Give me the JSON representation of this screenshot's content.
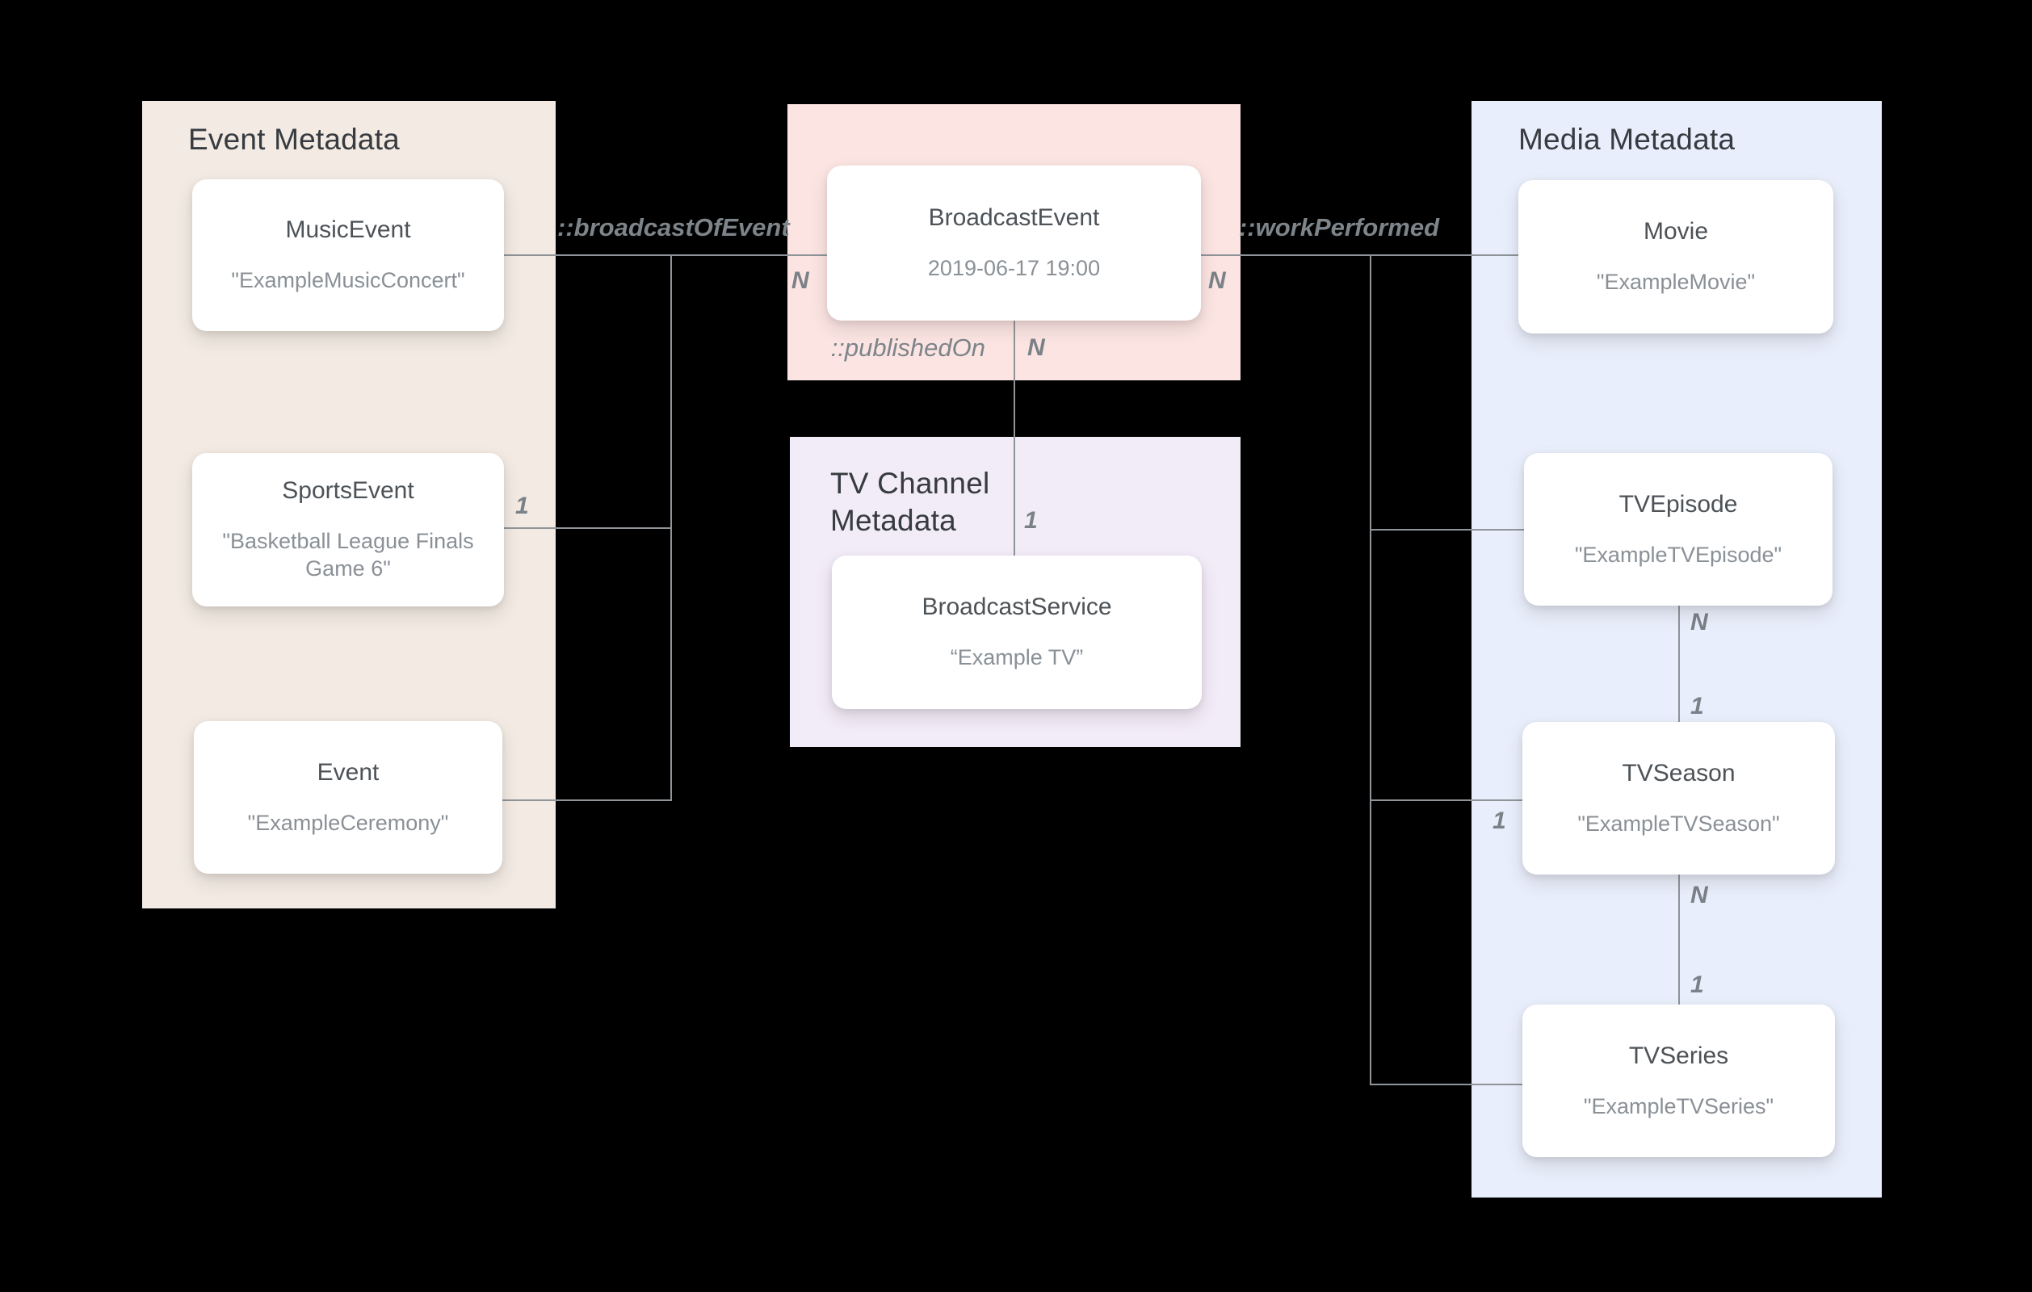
{
  "panels": {
    "event": {
      "title": "Event Metadata"
    },
    "tv_channel": {
      "title": "TV Channel Metadata"
    },
    "media": {
      "title": "Media Metadata"
    }
  },
  "colors": {
    "background": "#000000",
    "event_panel": "#f2eae3",
    "broadcast_panel": "#fbe4e2",
    "tv_channel_panel": "#f2ebf8",
    "media_panel": "#e8eefb",
    "card": "#ffffff",
    "connector": "#8f9499",
    "label": "#7d848a"
  },
  "nodes": {
    "music_event": {
      "title": "MusicEvent",
      "value": "\"ExampleMusicConcert\""
    },
    "sports_event": {
      "title": "SportsEvent",
      "value": "\"Basketball League Finals Game 6\""
    },
    "event": {
      "title": "Event",
      "value": "\"ExampleCeremony\""
    },
    "broadcast_event": {
      "title": "BroadcastEvent",
      "value": "2019-06-17 19:00"
    },
    "broadcast_service": {
      "title": "BroadcastService",
      "value": "“Example TV”"
    },
    "movie": {
      "title": "Movie",
      "value": "\"ExampleMovie\""
    },
    "tv_episode": {
      "title": "TVEpisode",
      "value": "\"ExampleTVEpisode\""
    },
    "tv_season": {
      "title": "TVSeason",
      "value": "\"ExampleTVSeason\""
    },
    "tv_series": {
      "title": "TVSeries",
      "value": "\"ExampleTVSeries\""
    }
  },
  "relations": {
    "broadcast_of_event": "::broadcastOfEvent",
    "work_performed": "::workPerformed",
    "published_on": "::publishedOn"
  },
  "cardinalities": {
    "broadcast_left_n": "N",
    "broadcast_right_n": "N",
    "published_on_n": "N",
    "published_on_one": "1",
    "sports_one": "1",
    "season_left_one": "1",
    "ep_season_n": "N",
    "ep_season_one": "1",
    "season_series_n": "N",
    "season_series_one": "1"
  }
}
